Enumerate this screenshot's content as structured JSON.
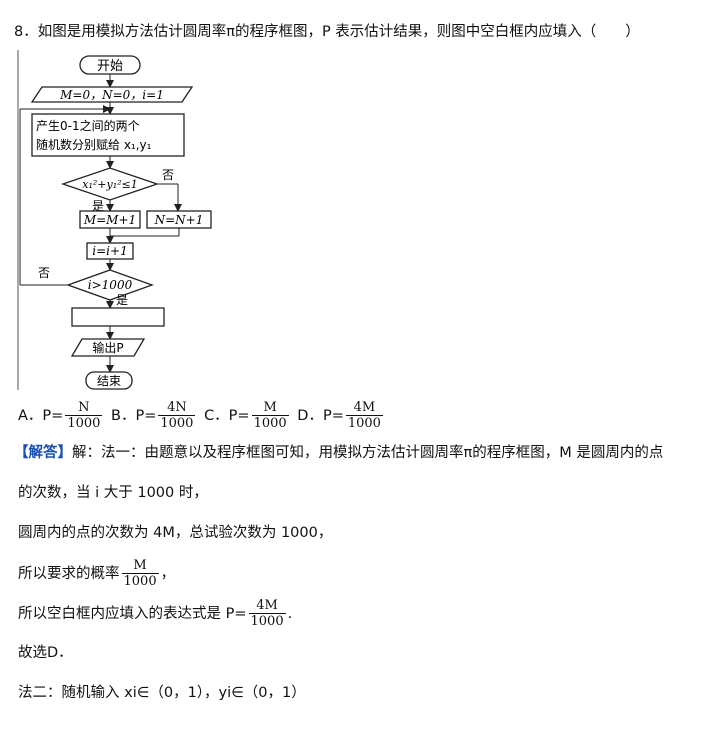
{
  "question": {
    "text": "8．如图是用模拟方法估计圆周率π的程序框图，P 表示估计结果，则图中空白框内应填入（　　）"
  },
  "flowchart": {
    "start": "开始",
    "init": "M=0，N=0，i=1",
    "generate_line1": "产生0-1之间的两个",
    "generate_line2": "随机数分别赋给 x₁,y₁",
    "condition": "x₁²+y₁²≤1",
    "yes": "是",
    "no": "否",
    "m_update": "M=M+1",
    "n_update": "N=N+1",
    "i_update": "i=i+1",
    "loop_no": "否",
    "loop_condition": "i>1000",
    "loop_yes": "是",
    "output": "输出P",
    "end": "结束"
  },
  "options": [
    {
      "label": "A．P=",
      "num": "N",
      "den": "1000"
    },
    {
      "label": "B．P=",
      "num": "4N",
      "den": "1000"
    },
    {
      "label": "C．P=",
      "num": "M",
      "den": "1000"
    },
    {
      "label": "D．P=",
      "num": "4M",
      "den": "1000"
    }
  ],
  "solution": {
    "tag": "【解答】",
    "line1": "解：法一：由题意以及程序框图可知，用模拟方法估计圆周率π的程序框图，M 是圆周内的点",
    "line2": "的次数，当 i 大于 1000 时，",
    "line3": "圆周内的点的次数为 4M，总试验次数为 1000，",
    "line4_prefix": "所以要求的概率",
    "line4_num": "M",
    "line4_den": "1000",
    "line4_suffix": "，",
    "line5_prefix": "所以空白框内应填入的表达式是 P=",
    "line5_num": "4M",
    "line5_den": "1000",
    "line5_suffix": ".",
    "line6": "故选D．",
    "line7": "法二：随机输入 xi∈（0，1），yi∈（0，1）"
  }
}
